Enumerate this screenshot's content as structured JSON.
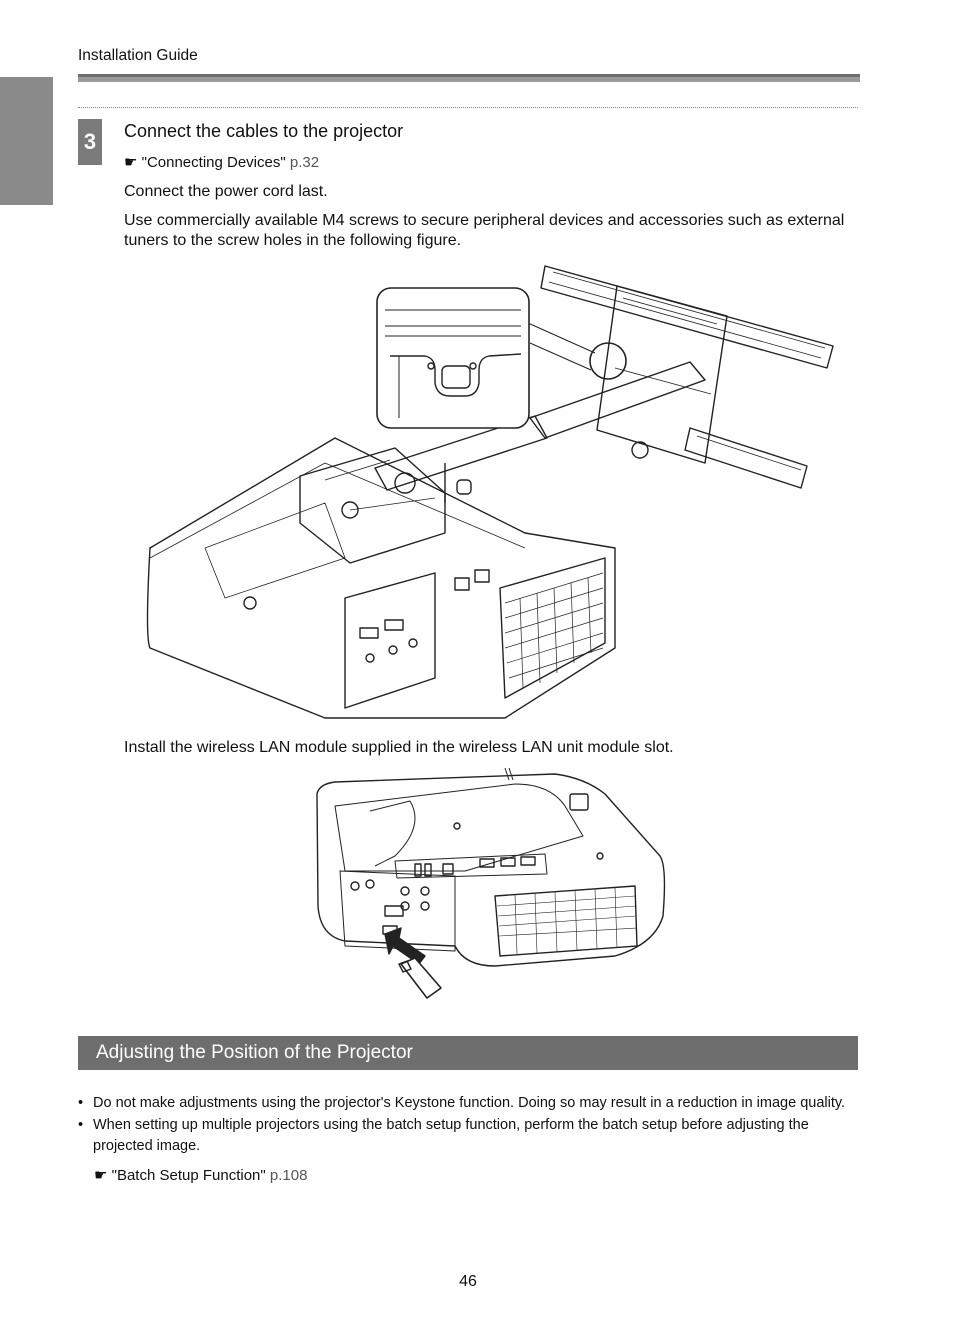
{
  "header": {
    "title": "Installation Guide"
  },
  "step": {
    "number": "3",
    "title": "Connect the cables to the projector",
    "ref_icon": "☛",
    "ref_text": "\"Connecting Devices\"",
    "ref_page": "p.32",
    "para1": "Connect the power cord last.",
    "para2": "Use commercially available M4 screws to secure peripheral devices and accessories such as external tuners to the screw holes in the following figure.",
    "para3": "Install the wireless LAN module supplied in the wireless LAN unit module slot."
  },
  "section": {
    "title": "Adjusting the Position of the Projector",
    "bullets": [
      "Do not make adjustments using the projector's Keystone function. Doing so may result in a reduction in image quality.",
      "When setting up multiple projectors using the batch setup function, perform the batch setup before adjusting the projected image."
    ],
    "ref_icon": "☛",
    "ref_text": "\"Batch Setup Function\"",
    "ref_page": "p.108"
  },
  "footer": {
    "page_number": "46"
  }
}
